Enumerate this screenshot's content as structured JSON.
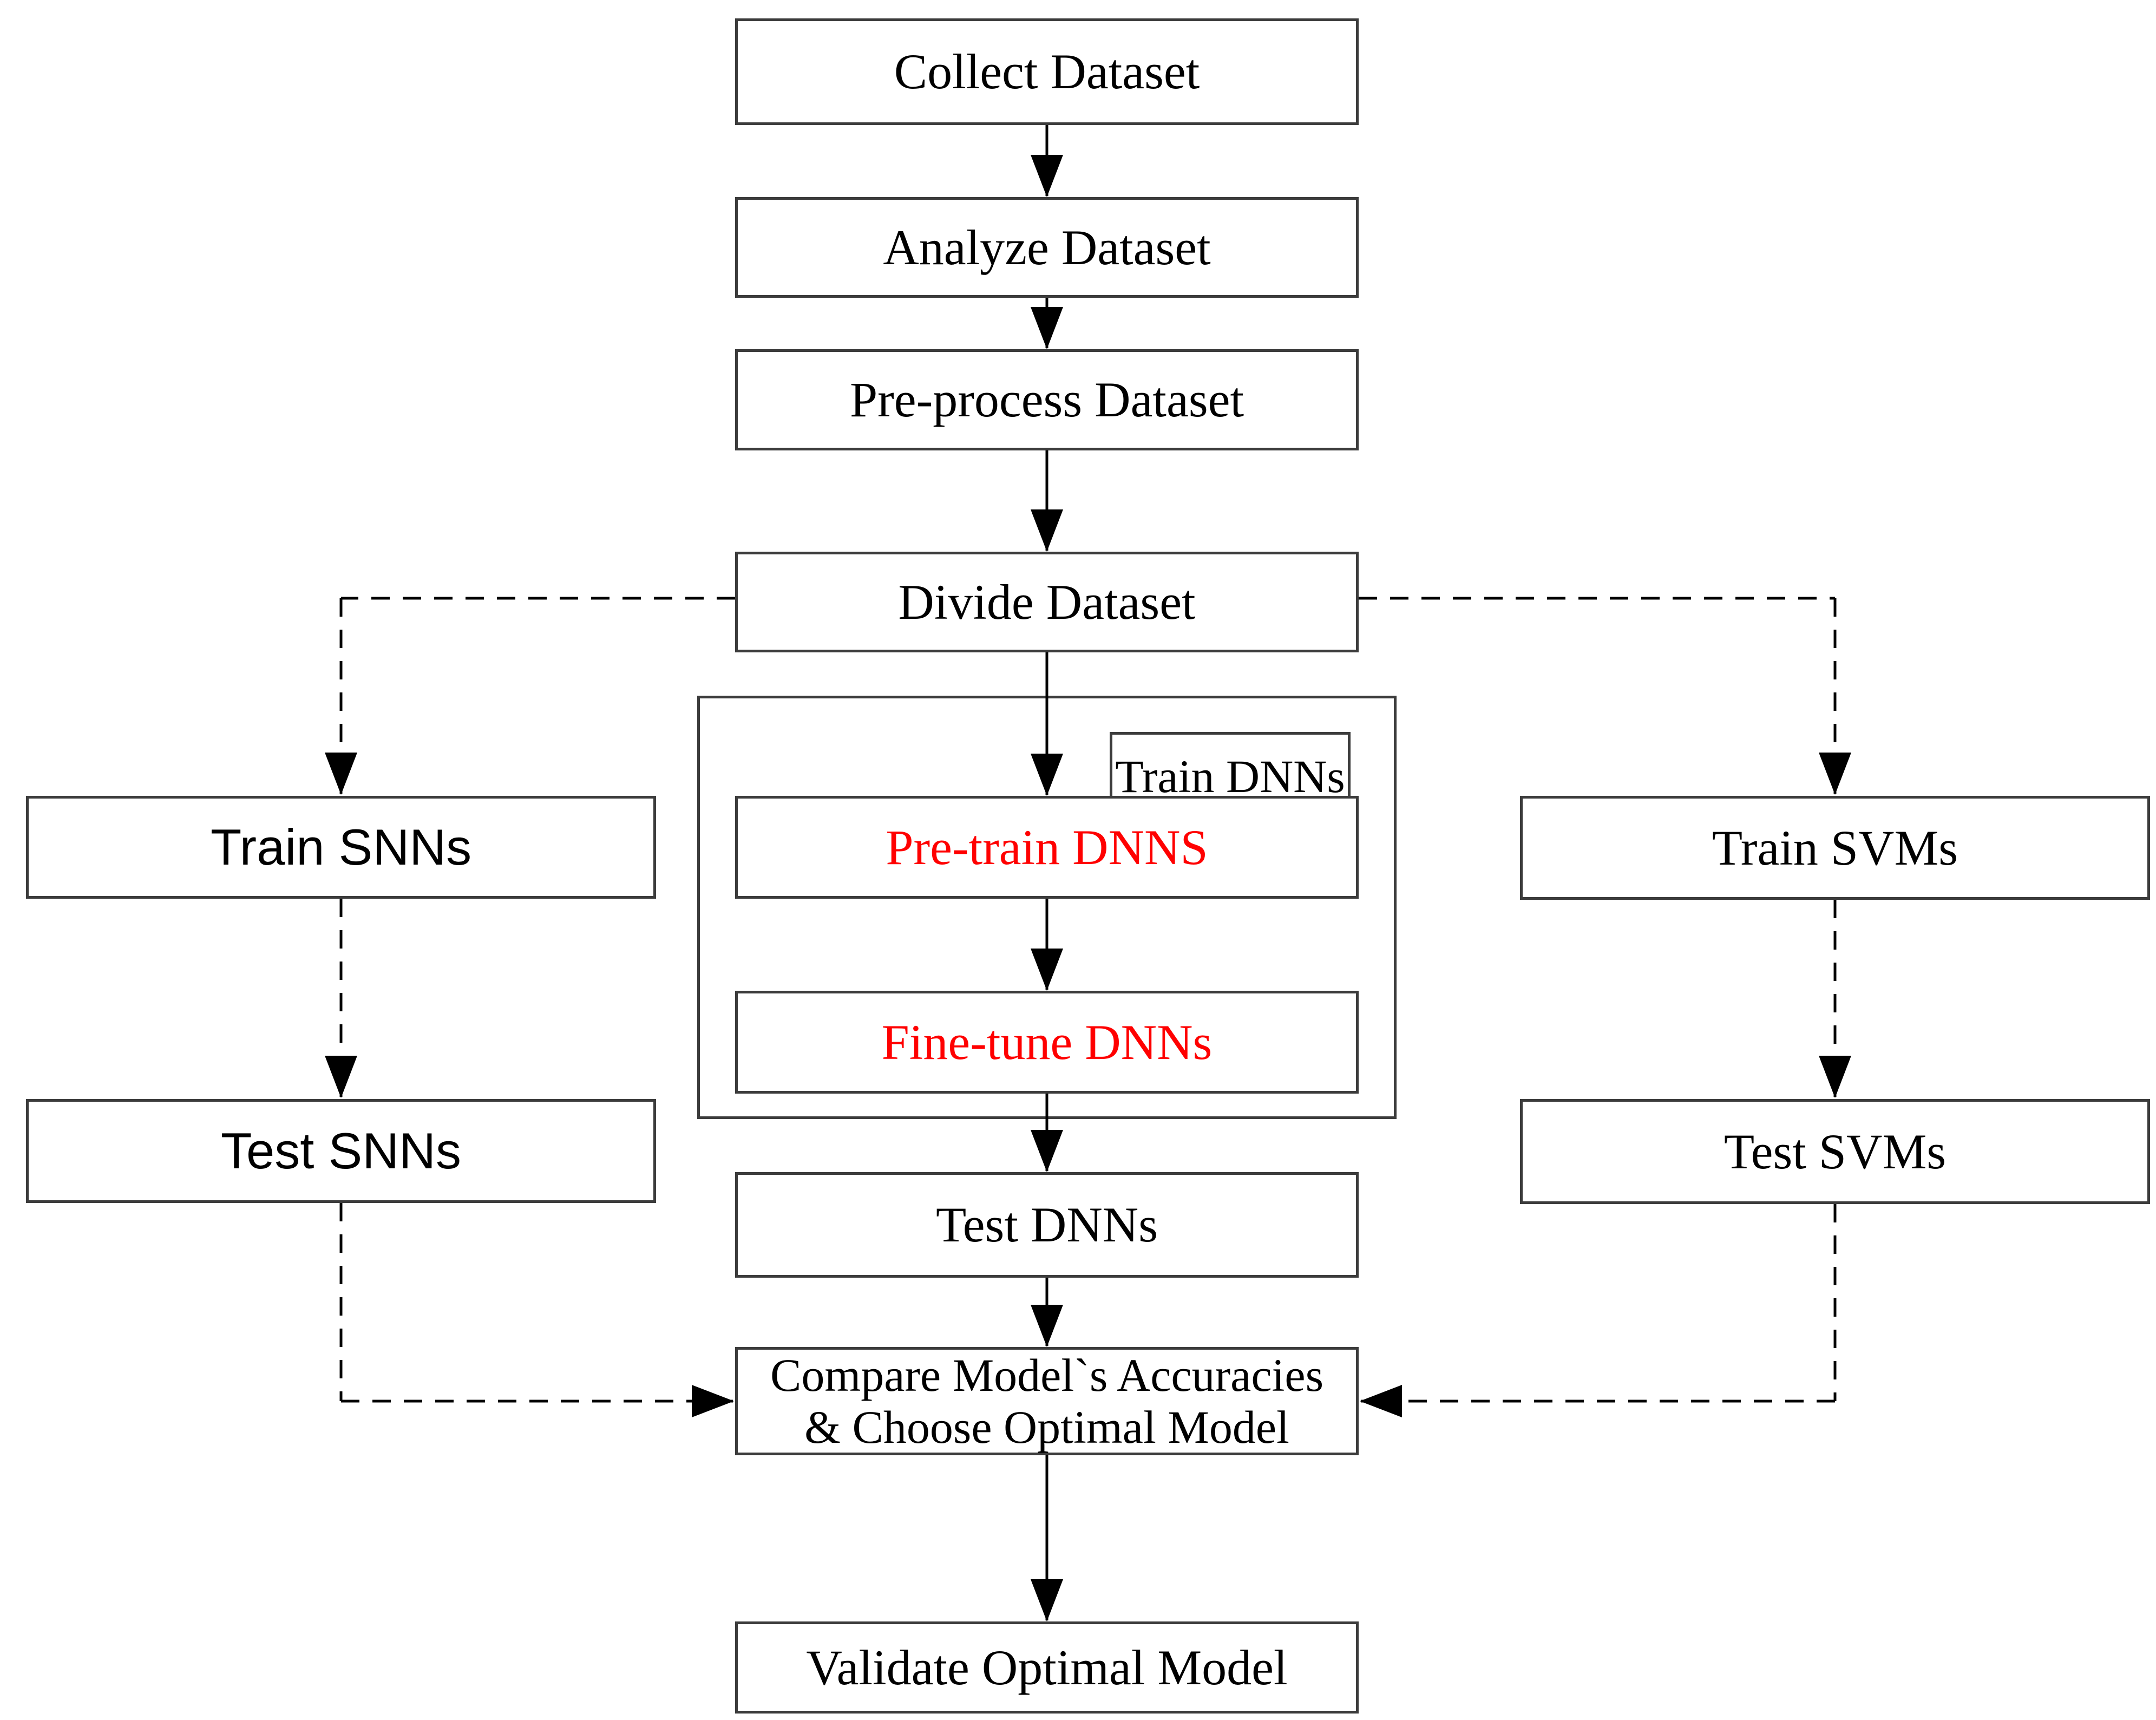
{
  "diagram": {
    "type": "flowchart",
    "colors": {
      "background": "#ffffff",
      "box_border": "#3c3c3c",
      "line": "#000000",
      "text": "#000000",
      "highlight_text": "#ff0000"
    },
    "nodes": {
      "collect": {
        "label": "Collect Dataset"
      },
      "analyze": {
        "label": "Analyze Dataset"
      },
      "preprocess": {
        "label": "Pre-process Dataset"
      },
      "divide": {
        "label": "Divide Dataset"
      },
      "train_dnns_group": {
        "label": "Train DNNs"
      },
      "pretrain": {
        "label": "Pre-train DNNS",
        "color": "#ff0000"
      },
      "finetune": {
        "label": "Fine-tune DNNs",
        "color": "#ff0000"
      },
      "test_dnns": {
        "label": "Test DNNs"
      },
      "compare": {
        "line1": "Compare Model`s Accuracies",
        "line2": "& Choose Optimal Model"
      },
      "validate": {
        "label": "Validate Optimal Model"
      },
      "train_snns": {
        "label": "Train SNNs"
      },
      "test_snns": {
        "label": "Test SNNs"
      },
      "train_svms": {
        "label": "Train SVMs"
      },
      "test_svms": {
        "label": "Test SVMs"
      }
    },
    "edges": [
      {
        "from": "collect",
        "to": "analyze",
        "style": "solid"
      },
      {
        "from": "analyze",
        "to": "preprocess",
        "style": "solid"
      },
      {
        "from": "preprocess",
        "to": "divide",
        "style": "solid"
      },
      {
        "from": "divide",
        "to": "pretrain",
        "style": "solid"
      },
      {
        "from": "pretrain",
        "to": "finetune",
        "style": "solid"
      },
      {
        "from": "finetune",
        "to": "test_dnns",
        "style": "solid"
      },
      {
        "from": "test_dnns",
        "to": "compare",
        "style": "solid"
      },
      {
        "from": "compare",
        "to": "validate",
        "style": "solid"
      },
      {
        "from": "divide",
        "to": "train_snns",
        "style": "dashed"
      },
      {
        "from": "train_snns",
        "to": "test_snns",
        "style": "dashed"
      },
      {
        "from": "test_snns",
        "to": "compare",
        "style": "dashed"
      },
      {
        "from": "divide",
        "to": "train_svms",
        "style": "dashed"
      },
      {
        "from": "train_svms",
        "to": "test_svms",
        "style": "dashed"
      },
      {
        "from": "test_svms",
        "to": "compare",
        "style": "dashed"
      }
    ]
  }
}
